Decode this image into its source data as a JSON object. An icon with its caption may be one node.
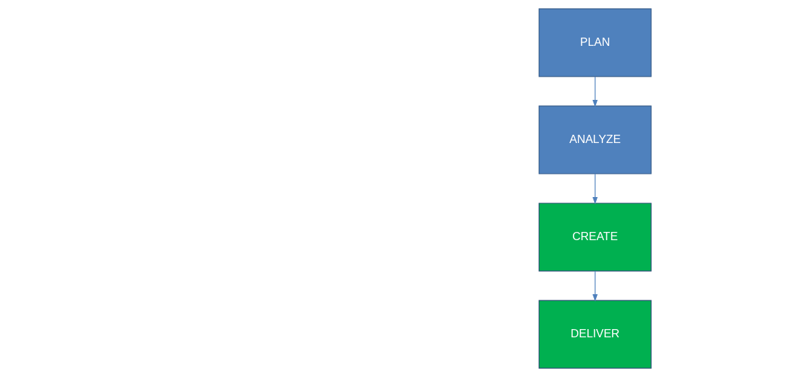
{
  "diagram": {
    "nodes": [
      {
        "text": [
          "PLAN"
        ]
      },
      {
        "text": [
          "ANALYZE"
        ]
      },
      {
        "text": [
          "CREATE"
        ]
      },
      {
        "text": [
          "DELIVER"
        ]
      }
    ],
    "edges": [
      {
        "from": 0,
        "to": 1,
        "arrow": "to"
      },
      {
        "from": 1,
        "to": 2,
        "arrow": "to"
      },
      {
        "from": 2,
        "to": 3,
        "arrow": "to"
      }
    ]
  }
}
